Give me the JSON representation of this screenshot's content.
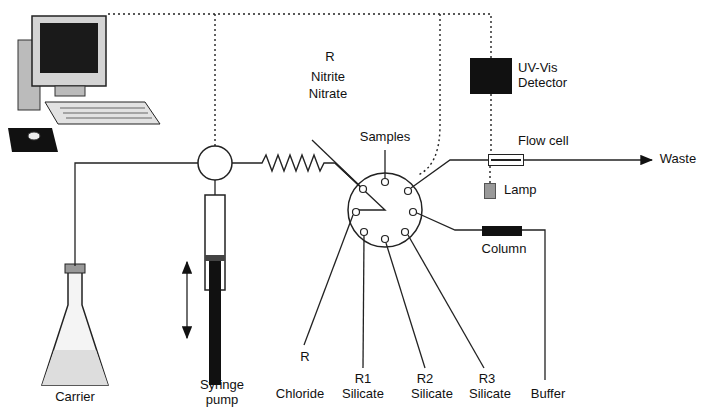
{
  "diagram": {
    "nodes": [
      {
        "text": [
          "UV-Vis Detector"
        ]
      },
      {
        "text": [
          "Flow cell"
        ]
      },
      {
        "text": [
          "Lamp"
        ]
      },
      {
        "text": [
          "Column"
        ]
      }
    ],
    "edges": [
      {
        "from": 0,
        "to": 1,
        "arrow": "none"
      },
      {
        "from": 2,
        "to": 1,
        "arrow": "none"
      }
    ],
    "labels": [
      "R",
      "Nitrite",
      "Nitrate",
      "Samples",
      "Waste",
      "Buffer",
      "R",
      "Chloride",
      "R1",
      "Silicate",
      "R2",
      "Silicate",
      "R3",
      "Silicate",
      "Carrier",
      "Syringe pump"
    ]
  }
}
